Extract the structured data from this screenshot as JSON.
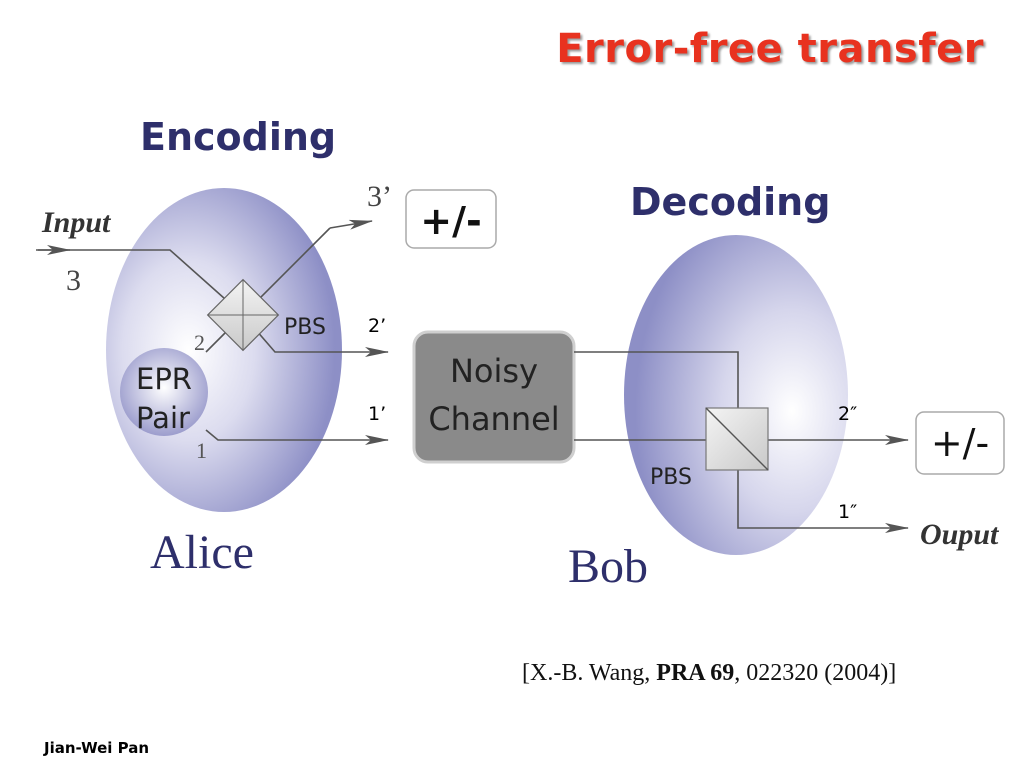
{
  "title": "Error-free transfer",
  "diagram": {
    "encoding_label": "Encoding",
    "decoding_label": "Decoding",
    "input_label": "Input",
    "input_port": "3",
    "output_port_3": "3’",
    "alice_sign_box": "+/-",
    "alice_pbs_label": "PBS",
    "port_2": "2",
    "port_1": "1",
    "epr_line1": "EPR",
    "epr_line2": "Pair",
    "channel_line1": "Noisy",
    "channel_line2": "Channel",
    "upper_channel_label": "2’",
    "lower_channel_label": "1’",
    "bob_pbs_label": "PBS",
    "bob_upper_out_label": "2″",
    "bob_lower_out_label": "1″",
    "bob_sign_box": "+/-",
    "output_label": "Ouput",
    "alice_name": "Alice",
    "bob_name": "Bob",
    "colors": {
      "title": "#e8321f",
      "heading": "#2e2f6b",
      "ellipse": "#8d8fc6",
      "channel_box": "#8a8a8a"
    }
  },
  "citation": {
    "prefix": "[X.-B. Wang, ",
    "journal": "PRA 69",
    "suffix": ", 022320 (2004)]"
  },
  "author": "Jian-Wei Pan"
}
